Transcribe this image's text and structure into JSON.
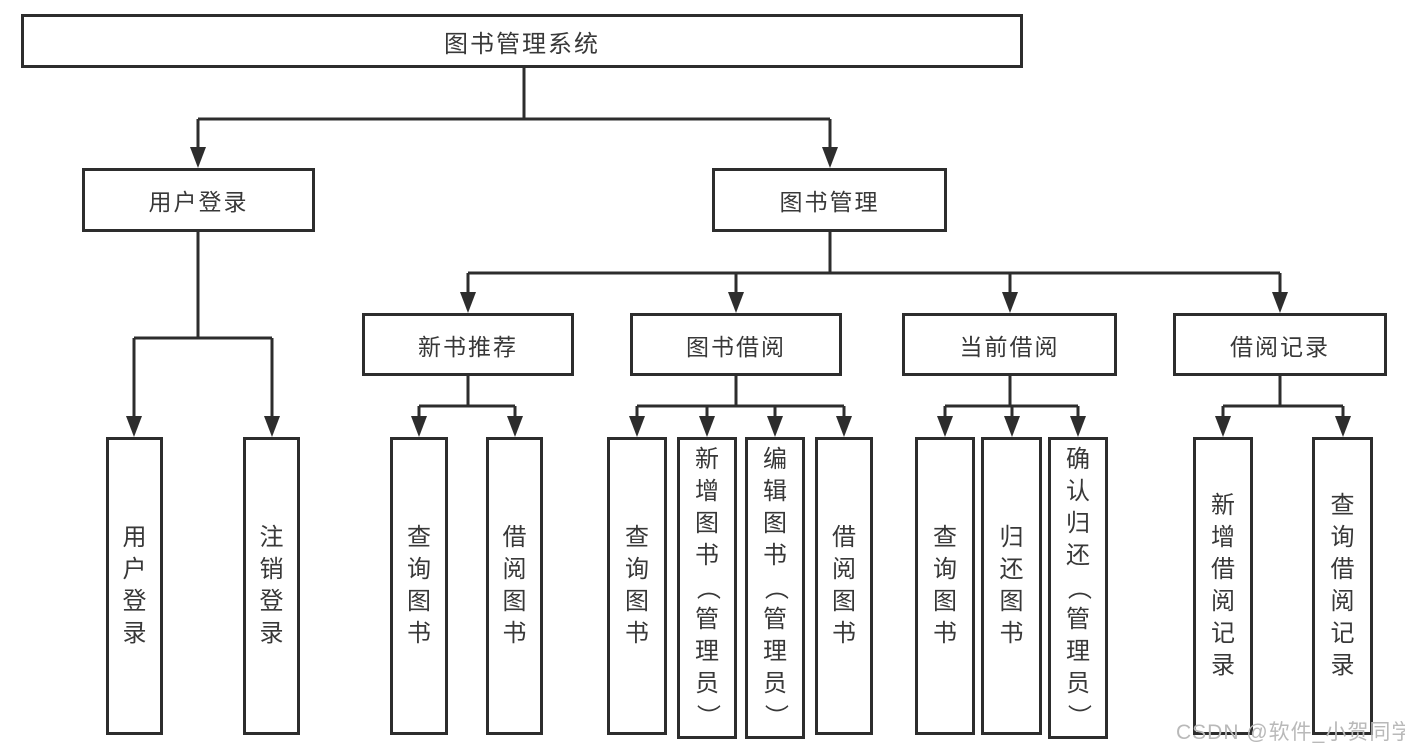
{
  "diagram": {
    "title": "图书管理系统",
    "user_login": {
      "label": "用户登录",
      "children": [
        "用户登录",
        "注销登录"
      ]
    },
    "book_mgmt": {
      "label": "图书管理",
      "modules": [
        {
          "label": "新书推荐",
          "children": [
            "查询图书",
            "借阅图书"
          ]
        },
        {
          "label": "图书借阅",
          "children": [
            "查询图书",
            "新增图书（管理员）",
            "编辑图书（管理员）",
            "借阅图书"
          ]
        },
        {
          "label": "当前借阅",
          "children": [
            "查询图书",
            "归还图书",
            "确认归还（管理员）"
          ]
        },
        {
          "label": "借阅记录",
          "children": [
            "新增借阅记录",
            "查询借阅记录"
          ]
        }
      ]
    }
  },
  "watermark": {
    "text": "CSDN @软件_小贺同学"
  },
  "colors": {
    "line": "#2d2d2d",
    "text": "#383838",
    "watermark": "#b9b9b9"
  }
}
